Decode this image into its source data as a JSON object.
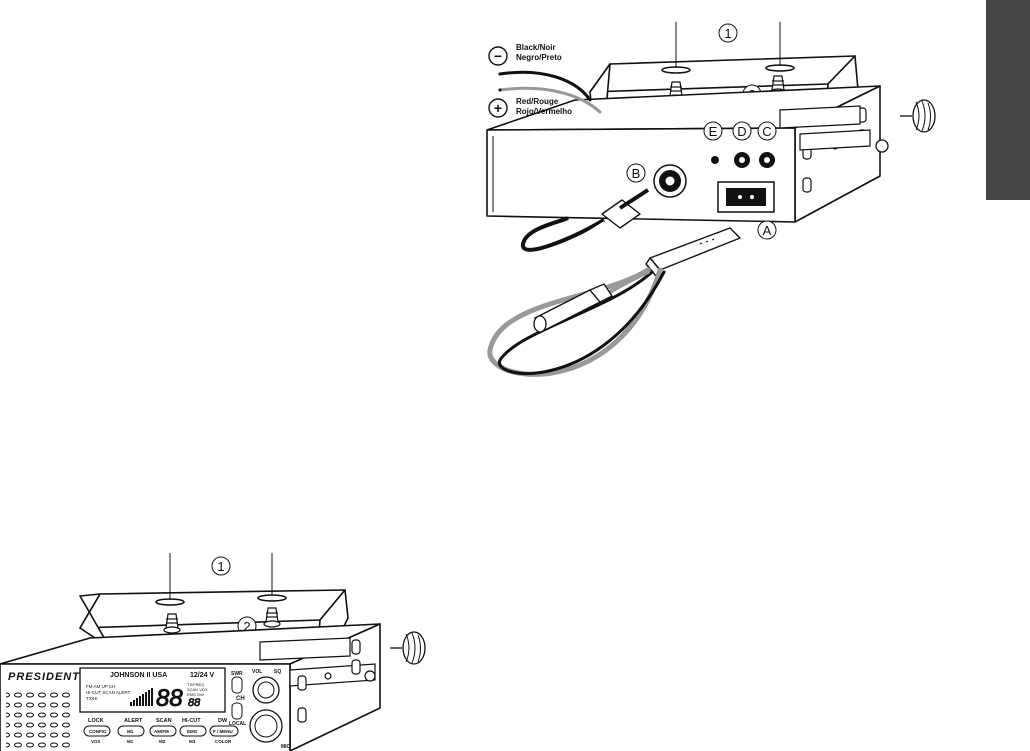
{
  "connection_diagram": {
    "negative_symbol": "−",
    "positive_symbol": "+",
    "black_label_1": "Black/Noir",
    "black_label_2": "Negro/Preto",
    "red_label_1": "Red/Rouge",
    "red_label_2": "Rojo/Vermelho",
    "callout_1": "1",
    "callout_2": "2",
    "conn_a": "A",
    "conn_b": "B",
    "conn_c": "C",
    "conn_d": "D",
    "conn_e": "E"
  },
  "mounting_diagram": {
    "callout_1": "1",
    "callout_2": "2",
    "brand": "PRESIDENT",
    "model": "JOHNSON II USA",
    "voltage": "12/24 V",
    "digits_big": "88",
    "digits_small": "88",
    "lcd_small_1": "FM  AM  UP   CH",
    "lcd_small_2": "HI-CUT  SCAN  ALERT",
    "lcd_small_3": "TX/HI",
    "lcd_right_1": "TX/FREQ",
    "lcd_right_2": "SCAN VOX",
    "lcd_right_3": "EMG DW",
    "swr": "SWR",
    "vol": "VOL",
    "sq": "SQ",
    "ch": "CH",
    "local": "LOCAL",
    "mic": "MIC",
    "btn_top": [
      "LOCK",
      "ALERT",
      "SCAN",
      "HI-CUT",
      "DW"
    ],
    "btn_face": [
      "CONFIG",
      "M1",
      "AM/FM",
      "EMG",
      "F / MENU"
    ],
    "btn_sub": [
      "VOX",
      "M1",
      "M2",
      "M3",
      "COLOR"
    ]
  },
  "colors": {
    "line": "#111111",
    "grey_wire": "#999999",
    "side_tab": "#444444"
  }
}
